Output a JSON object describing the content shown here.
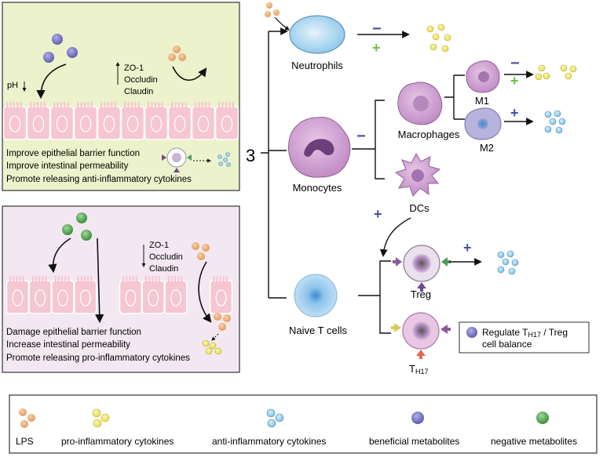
{
  "panel_top": {
    "ph_label": "pH",
    "junction_proteins": [
      "ZO-1",
      "Occludin",
      "Claudin"
    ],
    "effects": [
      "Improve epithelial barrier function",
      "Improve intestinal permeability",
      "Promote releasing anti-inflammatory cytokines"
    ]
  },
  "panel_bottom": {
    "junction_proteins": [
      "ZO-1",
      "Occludin",
      "Claudin"
    ],
    "effects": [
      "Damage epithelial barrier function",
      "Increase intestinal permeability",
      "Promote releasing pro-inflammatory cytokines"
    ]
  },
  "step_number": "3",
  "cells": {
    "neutrophils": "Neutrophils",
    "monocytes": "Monocytes",
    "macrophages": "Macrophages",
    "m1": "M1",
    "m2": "M2",
    "dcs": "DCs",
    "treg": "Treg",
    "naive_t": "Naive T cells",
    "th17_main": "T",
    "th17_sub": "H17"
  },
  "signs": {
    "minus": "−",
    "plus": "+"
  },
  "regulate_box": {
    "line1_pre": "Regulate T",
    "line1_sub": "H17",
    "line1_post": " / Treg",
    "line2": "cell balance"
  },
  "legend": {
    "lps": "LPS",
    "pro": "pro-inflammatory cytokines",
    "anti": "anti-inflammatory cytokines",
    "beneficial": "beneficial metabolites",
    "negative": "negative metabolites"
  },
  "colors": {
    "lps": "#f0b080",
    "pro": "#f4ee7a",
    "anti": "#a6d8f2",
    "beneficial": "#7f7ec6",
    "negative": "#5aac5a",
    "epithelium": "#f6c6d2",
    "panel_top_bg": "#ecf2cc",
    "panel_bottom_bg": "#f3e8f2",
    "minus_sign": "#4a4fa3",
    "plus_sign": "#6cbf4a"
  }
}
